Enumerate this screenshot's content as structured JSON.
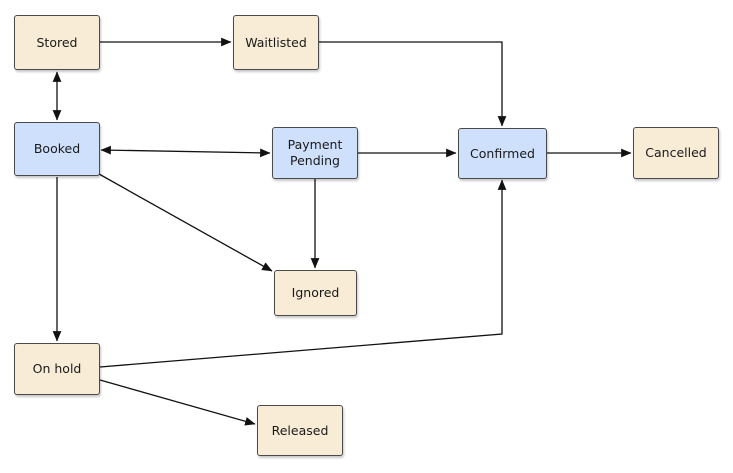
{
  "nodes": {
    "stored": "Stored",
    "waitlisted": "Waitlisted",
    "booked": "Booked",
    "payment_pending": "Payment\nPending",
    "confirmed": "Confirmed",
    "cancelled": "Cancelled",
    "ignored": "Ignored",
    "on_hold": "On hold",
    "released": "Released"
  },
  "colors": {
    "tan_node": "#f8ecd6",
    "blue_node": "#cfe0fc",
    "edge": "#111111"
  }
}
